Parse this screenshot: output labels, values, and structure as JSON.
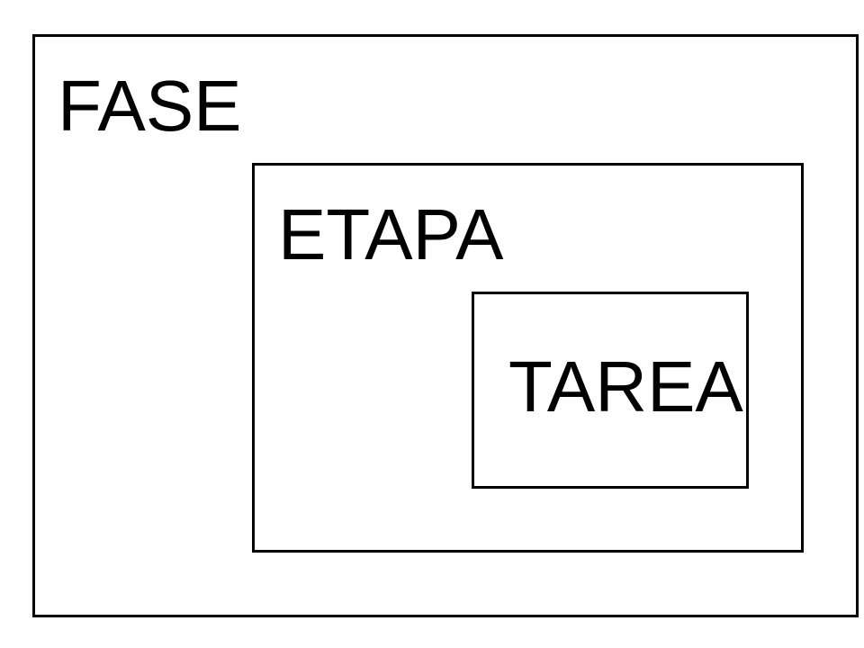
{
  "diagram": {
    "outer": {
      "label": "FASE"
    },
    "middle": {
      "label": "ETAPA"
    },
    "inner": {
      "label": "TAREA"
    }
  },
  "colors": {
    "border": "#000000",
    "text": "#000000",
    "background": "#ffffff"
  }
}
